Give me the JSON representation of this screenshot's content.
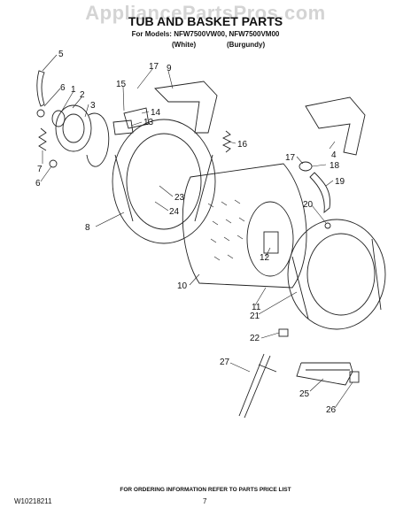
{
  "watermark": "AppliancePartsPros.com",
  "title": "TUB AND BASKET PARTS",
  "models_line": "For Models: NFW7500VW00, NFW7500VM00",
  "variants": [
    "(White)",
    "(Burgundy)"
  ],
  "callouts": [
    {
      "id": "5",
      "text": "5"
    },
    {
      "id": "6a",
      "text": "6"
    },
    {
      "id": "1",
      "text": "1"
    },
    {
      "id": "2",
      "text": "2"
    },
    {
      "id": "3",
      "text": "3"
    },
    {
      "id": "7",
      "text": "7"
    },
    {
      "id": "6b",
      "text": "6"
    },
    {
      "id": "17a",
      "text": "17"
    },
    {
      "id": "9",
      "text": "9"
    },
    {
      "id": "15",
      "text": "15"
    },
    {
      "id": "14",
      "text": "14"
    },
    {
      "id": "13",
      "text": "13"
    },
    {
      "id": "16",
      "text": "16"
    },
    {
      "id": "23",
      "text": "23"
    },
    {
      "id": "24",
      "text": "24"
    },
    {
      "id": "8",
      "text": "8"
    },
    {
      "id": "10",
      "text": "10"
    },
    {
      "id": "12",
      "text": "12"
    },
    {
      "id": "11",
      "text": "11"
    },
    {
      "id": "21",
      "text": "21"
    },
    {
      "id": "22",
      "text": "22"
    },
    {
      "id": "20",
      "text": "20"
    },
    {
      "id": "17b",
      "text": "17"
    },
    {
      "id": "4",
      "text": "4"
    },
    {
      "id": "18",
      "text": "18"
    },
    {
      "id": "19",
      "text": "19"
    },
    {
      "id": "27",
      "text": "27"
    },
    {
      "id": "25",
      "text": "25"
    },
    {
      "id": "26",
      "text": "26"
    }
  ],
  "footer_note": "FOR ORDERING INFORMATION REFER TO PARTS PRICE LIST",
  "doc_id": "W10218211",
  "page_number": "7"
}
